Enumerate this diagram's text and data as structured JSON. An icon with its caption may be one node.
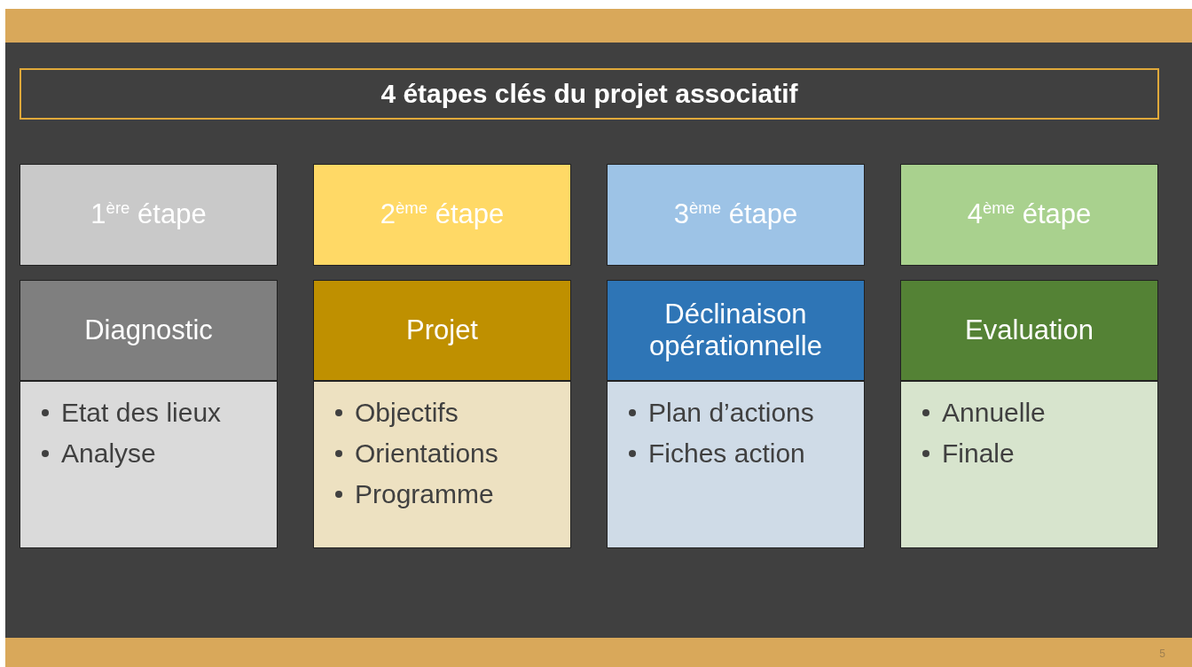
{
  "diagram": {
    "title": "4 étapes clés du projet associatif",
    "nodes": [
      {
        "text": [
          "1$^{ère}$ étape"
        ]
      },
      {
        "text": [
          "2$^{ème}$ étape"
        ]
      },
      {
        "text": [
          "3$^{ème}$ étape"
        ]
      },
      {
        "text": [
          "4$^{ème}$ étape"
        ]
      },
      {
        "text": [
          "Diagnostic"
        ]
      },
      {
        "text": [
          "Projet"
        ]
      },
      {
        "text": [
          "Déclinaison opérationnelle"
        ]
      },
      {
        "text": [
          "Evaluation"
        ]
      },
      {
        "text": [
          "Etat des lieux",
          "Analyse"
        ]
      },
      {
        "text": [
          "Objectifs",
          "Orientations",
          "Programme"
        ]
      },
      {
        "text": [
          "Plan d’actions",
          "Fiches action"
        ]
      },
      {
        "text": [
          "Annuelle",
          "Finale"
        ]
      }
    ],
    "edges": [],
    "labels": [
      "5"
    ]
  }
}
